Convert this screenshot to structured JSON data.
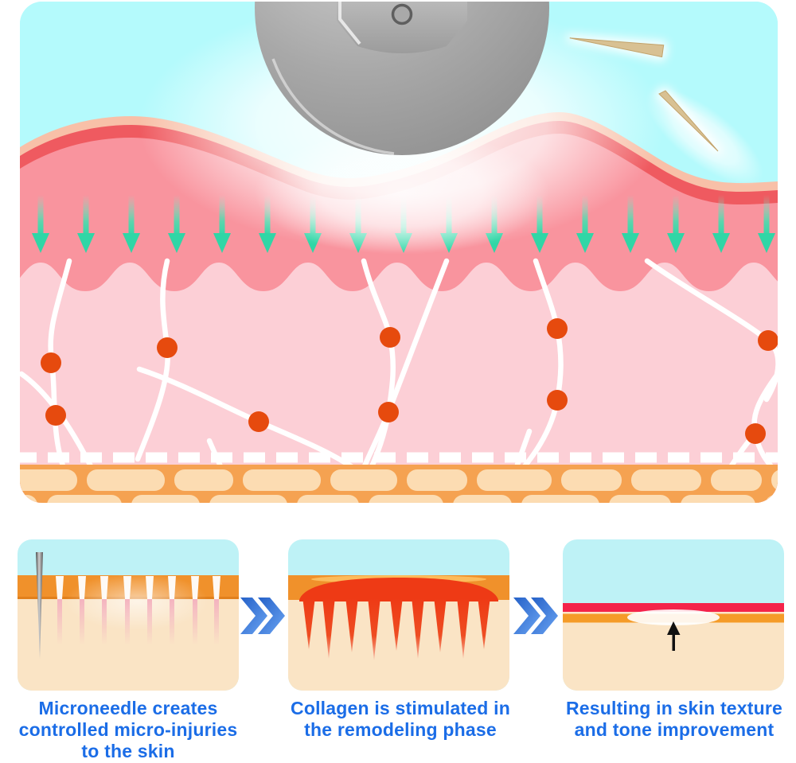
{
  "palette": {
    "sky": "#b4fafc",
    "panel-sky": "#bef2f6",
    "peach": "#f8c0a8",
    "epi-red": "#ef5a60",
    "epi-pink": "#f9949e",
    "dermis": "#fccfd6",
    "fiber": "#ffffff",
    "dot": "#e64a0e",
    "teal": "#30d6a6",
    "subq": "#f5a251",
    "fat": "#fcdcb2",
    "p-orange": "#f0912b",
    "p-cream": "#fae4c5",
    "injury": "#f4b3bf",
    "coll-red": "#ee3a15",
    "band-red": "#f4234a",
    "band-orange": "#f59b28",
    "chev-dark": "#2561c8",
    "chev-light": "#6aa4f2",
    "caption": "#1b6de7",
    "metal-light": "#d2d2d2",
    "metal-mid": "#a8a8a8",
    "metal-dark": "#8d8d8d",
    "needle-tan": "#d8c193"
  },
  "hero": {
    "penetration_arrow_count": 17,
    "fibroblast_dot_count": 10
  },
  "steps": [
    {
      "caption_lines": [
        "Microneedle creates",
        "controlled micro-injuries",
        "to the skin"
      ],
      "separator_icon": "double-chevron-right-icon"
    },
    {
      "caption_lines": [
        "Collagen is stimulated in",
        "the remodeling phase"
      ],
      "separator_icon": "double-chevron-right-icon"
    },
    {
      "caption_lines": [
        "Resulting in skin texture",
        "and tone improvement"
      ],
      "separator_icon": ""
    }
  ]
}
